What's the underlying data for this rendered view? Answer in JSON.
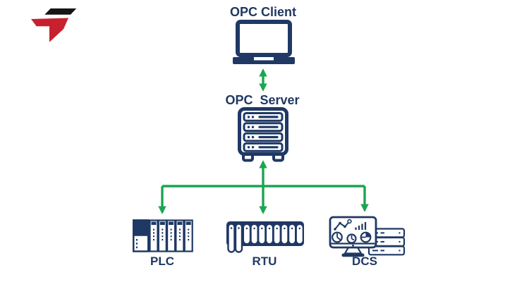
{
  "diagram": {
    "client": {
      "label": "OPC Client",
      "icon": "desktop-monitor-icon"
    },
    "server": {
      "label": "OPC  Server",
      "icon": "server-rack-icon"
    },
    "devices": [
      {
        "id": "plc",
        "label": "PLC",
        "icon": "plc-modules-icon"
      },
      {
        "id": "rtu",
        "label": "RTU",
        "icon": "terminal-block-icon"
      },
      {
        "id": "dcs",
        "label": "DCS",
        "icon": "scada-monitor-and-servers-icon"
      }
    ],
    "connections": [
      {
        "from": "OPC Client",
        "to": "OPC Server",
        "style": "double-headed-arrow"
      },
      {
        "from": "OPC Server",
        "to": "PLC",
        "style": "arrow-down"
      },
      {
        "from": "OPC Server",
        "to": "RTU",
        "style": "double-headed-arrow"
      },
      {
        "from": "OPC Server",
        "to": "DCS",
        "style": "arrow-down"
      }
    ],
    "colors": {
      "navy": "#1F3864",
      "green": "#1CA551",
      "red": "#C7212F",
      "logoblack": "#151515",
      "background": "#FFFFFF"
    }
  }
}
